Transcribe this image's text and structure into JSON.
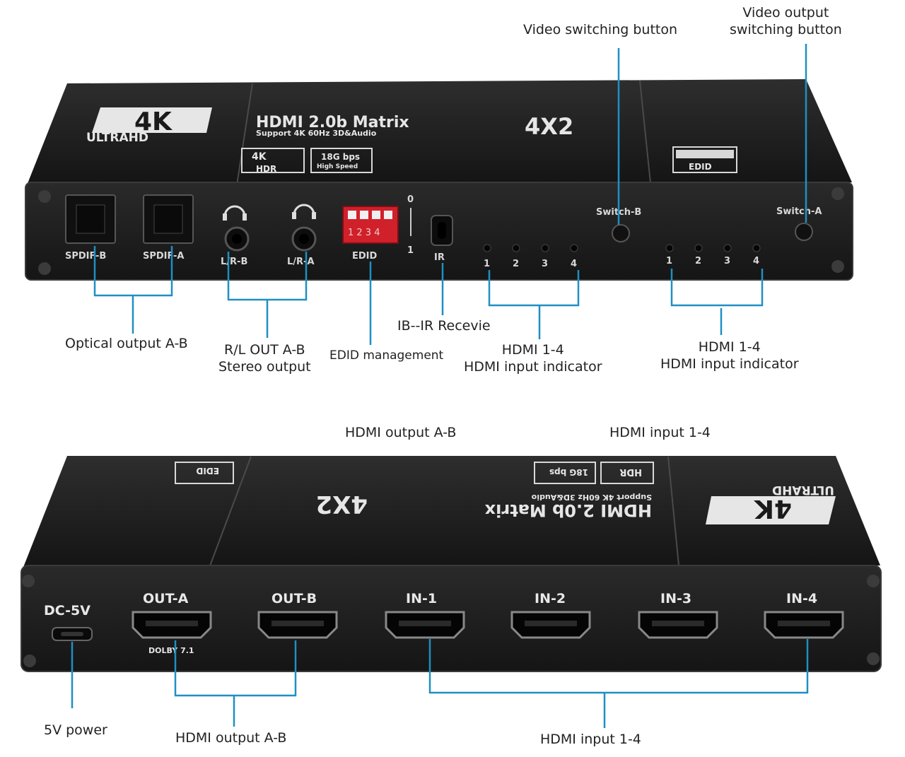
{
  "top_device": {
    "badge_4k": "4K",
    "badge_ultrahd": "ULTRAHD",
    "product_title": "HDMI 2.0b Matrix",
    "product_subtitle": "Support 4K 60Hz 3D&Audio",
    "product_model": "4X2",
    "badge_hdr_top": "4K",
    "badge_hdr_bottom": "HDR",
    "badge_speed_top": "18G bps",
    "badge_speed_bottom": "High Speed",
    "badge_edid": "EDID",
    "port_labels": {
      "spdif_b": "SPDIF-B",
      "spdif_a": "SPDIF-A",
      "lr_b": "L/R-B",
      "lr_a": "L/R-A",
      "edid": "EDID",
      "ir": "IR",
      "switch_b": "Switch-B",
      "switch_a": "Switch-A",
      "dip_top": "0",
      "dip_bottom": "1",
      "dip_numbers": "1 2 3 4"
    },
    "indicator_numbers": [
      "1",
      "2",
      "3",
      "4"
    ]
  },
  "bottom_device": {
    "port_labels": {
      "dc": "DC-5V",
      "out_a": "OUT-A",
      "out_b": "OUT-B",
      "in1": "IN-1",
      "in2": "IN-2",
      "in3": "IN-3",
      "in4": "IN-4",
      "dolby": "DOLBY 7.1"
    }
  },
  "callouts": {
    "video_switching": "Video switching button",
    "video_output_switching": [
      "Video output",
      "switching button"
    ],
    "optical_output": "Optical output A-B",
    "rl_out": [
      "R/L OUT A-B",
      "Stereo output"
    ],
    "edid_management": "EDID management",
    "ir_receive": "IB--IR Recevie",
    "hdmi_indicator_a": [
      "HDMI 1-4",
      "HDMI input indicator"
    ],
    "hdmi_indicator_b": [
      "HDMI 1-4",
      "HDMI input indicator"
    ],
    "hdmi_output_top": "HDMI output A-B",
    "hdmi_input_top": "HDMI input 1-4",
    "power": "5V power",
    "hdmi_output_bottom": "HDMI output A-B",
    "hdmi_input_bottom": "HDMI input 1-4"
  },
  "colors": {
    "callout_line": "#1f8fc4",
    "device_body": "#1c1c1c",
    "device_face": "#262626",
    "dip_switch": "#d0202a"
  }
}
